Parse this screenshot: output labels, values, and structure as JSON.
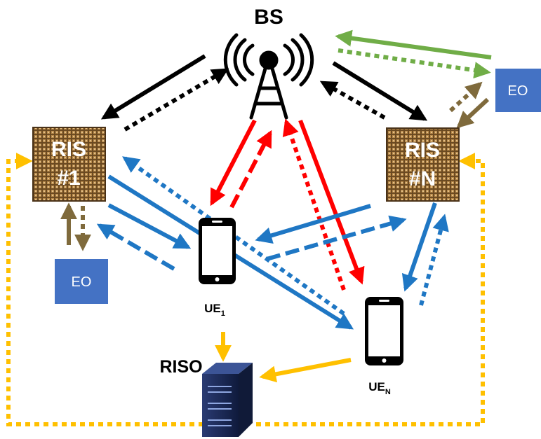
{
  "bs": {
    "label": "BS"
  },
  "ris1": {
    "line1": "RIS",
    "line2": "#1"
  },
  "risN": {
    "line1": "RIS",
    "line2": "#N"
  },
  "eo_top": "EO",
  "eo_left": "EO",
  "ue1": {
    "main": "UE",
    "sub": "1"
  },
  "ueN": {
    "main": "UE",
    "sub": "N"
  },
  "riso": {
    "label": "RISO"
  },
  "colors": {
    "black": "#000000",
    "red": "#ff0000",
    "blue": "#1f77c4",
    "green": "#70ad47",
    "brown": "#7f6a3c",
    "gold": "#ffc000",
    "eo_box": "#4472c4",
    "server": "#1f2d5c"
  },
  "icons": [
    "antenna-tower-icon",
    "smartphone-icon",
    "server-icon",
    "ris-panel-icon"
  ]
}
